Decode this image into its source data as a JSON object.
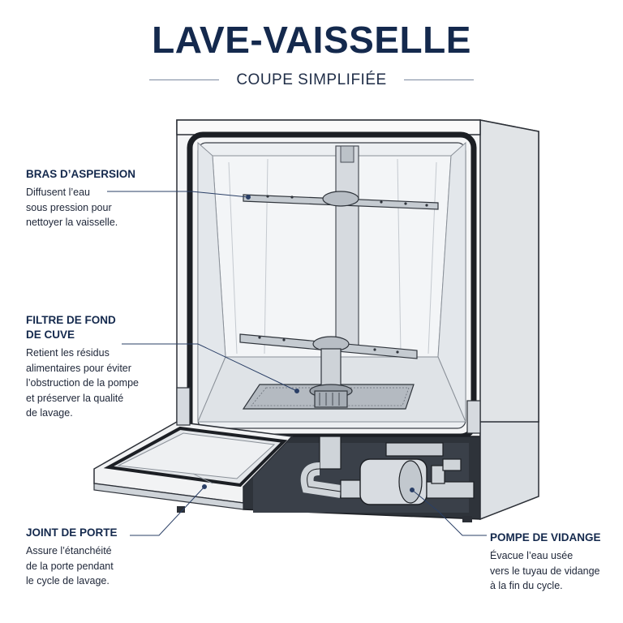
{
  "header": {
    "title": "LAVE-VAISSELLE",
    "subtitle": "COUPE SIMPLIFIÉE"
  },
  "labels": {
    "spray_arms": {
      "title": "BRAS D’ASPERSION",
      "lines": [
        "Diffusent l’eau",
        "sous pression pour",
        "nettoyer la vaisselle."
      ]
    },
    "filter": {
      "title_lines": [
        "FILTRE DE FOND",
        "DE CUVE"
      ],
      "lines": [
        "Retient les résidus",
        "alimentaires pour éviter",
        "l’obstruction de la pompe",
        "et préserver la qualité",
        "de lavage."
      ]
    },
    "door_seal": {
      "title": "JOINT DE PORTE",
      "lines": [
        "Assure l’étanchéité",
        "de la porte pendant",
        "le cycle de lavage."
      ]
    },
    "drain_pump": {
      "title": "POMPE DE VIDANGE",
      "lines": [
        "Évacue l’eau usée",
        "vers le tuyau de vidange",
        "à la fin du cycle."
      ]
    }
  },
  "colors": {
    "title": "#14294d",
    "leader": "#2a3f66",
    "outline": "#2b2f36",
    "tub": "#e9ecef",
    "steel": "#c9ced4"
  }
}
